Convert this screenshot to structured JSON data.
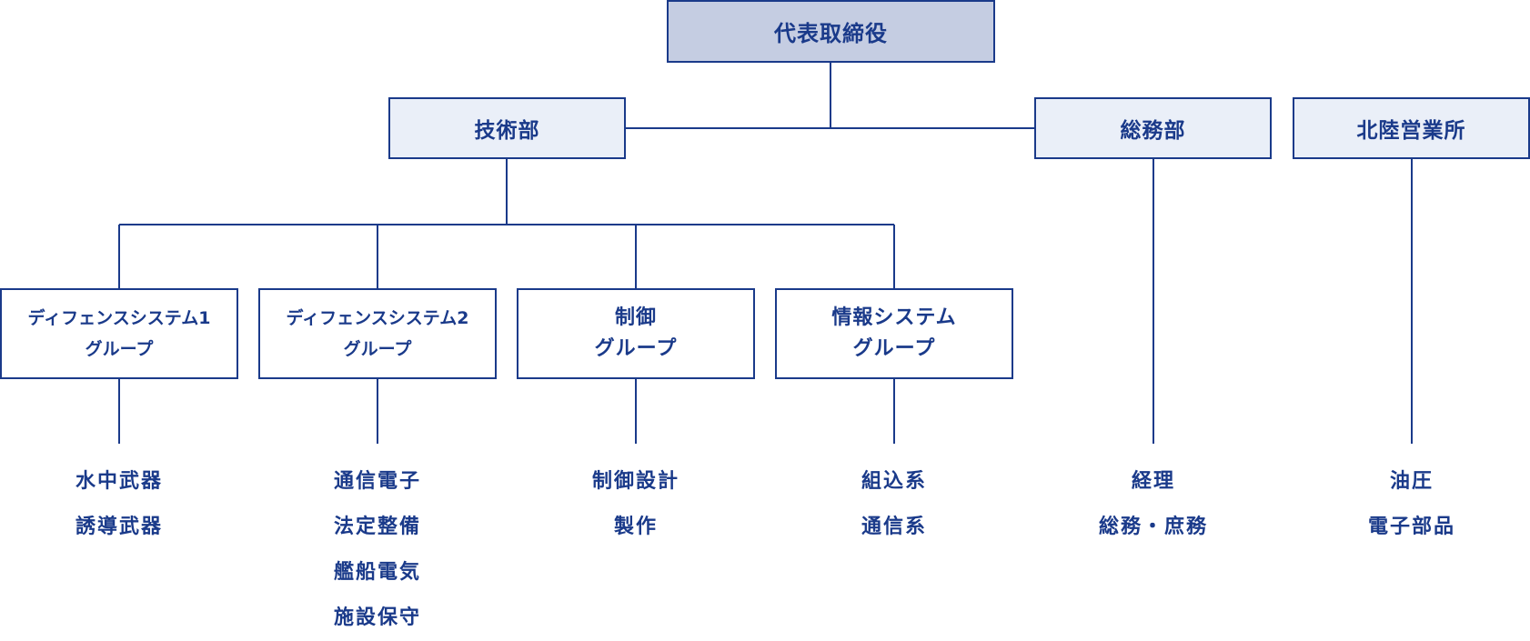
{
  "top": {
    "label": "代表取締役"
  },
  "departments": {
    "tech": {
      "label": "技術部"
    },
    "general": {
      "label": "総務部"
    },
    "hokuriku": {
      "label": "北陸営業所"
    }
  },
  "groups": {
    "defense1": {
      "line1": "ディフェンスシステム1",
      "line2": "グループ"
    },
    "defense2": {
      "line1": "ディフェンスシステム2",
      "line2": "グループ"
    },
    "control": {
      "line1": "制御",
      "line2": "グループ"
    },
    "info": {
      "line1": "情報システム",
      "line2": "グループ"
    }
  },
  "tasks": {
    "defense1": [
      "水中武器",
      "誘導武器"
    ],
    "defense2": [
      "通信電子",
      "法定整備",
      "艦船電気",
      "施設保守"
    ],
    "control": [
      "制御設計",
      "製作"
    ],
    "info": [
      "組込系",
      "通信系"
    ],
    "general": [
      "経理",
      "総務・庶務"
    ],
    "hokuriku": [
      "油圧",
      "電子部品"
    ]
  },
  "colors": {
    "line": "#1a3a8a",
    "top_fill": "#c5cde2",
    "dept_fill": "#eaeff8",
    "group_fill": "#ffffff"
  }
}
